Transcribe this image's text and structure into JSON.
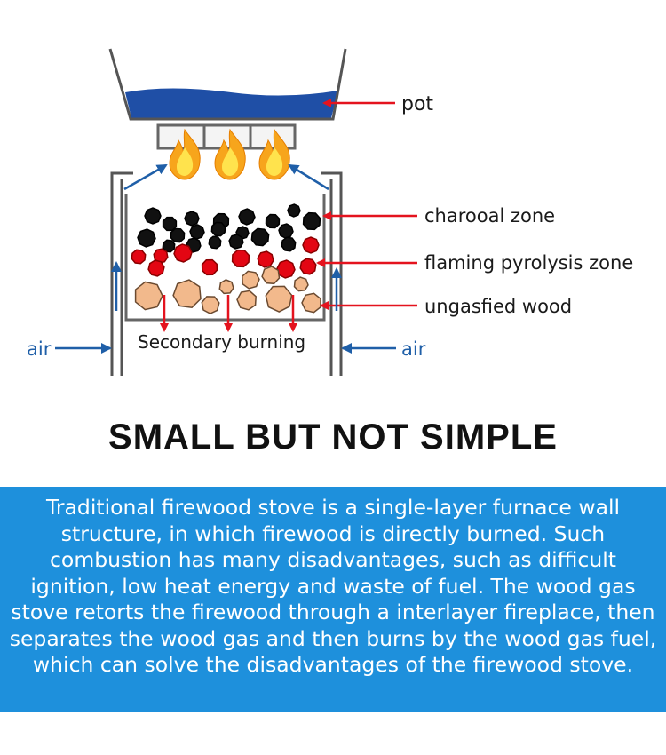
{
  "labels": {
    "pot": "pot",
    "charcoal_zone": "charooal zone",
    "flaming_zone": "flaming pyrolysis zone",
    "ungasified_wood": "ungasfied wood",
    "secondary_burning": "Secondary burning",
    "air_left": "air",
    "air_right": "air"
  },
  "headline": "SMALL BUT NOT SIMPLE",
  "description": "Traditional firewood stove is a single-layer furnace wall structure, in which firewood is directly burned. Such combustion has many disadvantages, such as difficult ignition, low heat energy and waste of fuel. The wood gas stove retorts the firewood through a interlayer fireplace, then separates the wood gas and then burns by the wood gas fuel, which can solve the disadvantages of the firewood stove.",
  "colors": {
    "water": "#1f4fa6",
    "label_arrow": "#e4131e",
    "air_arrow": "#1f5fa8",
    "air_text": "#1f5fa8",
    "charcoal": "#111111",
    "ember": "#e30613",
    "wood": "#f2b98c",
    "panel": "#1e90dc",
    "flame_outer": "#f7a51c",
    "flame_inner": "#ffe34d"
  },
  "icons": {
    "flame": "flame-icon",
    "charcoal": "charcoal-lump-icon",
    "ember": "ember-lump-icon",
    "wood": "wood-chunk-icon"
  }
}
